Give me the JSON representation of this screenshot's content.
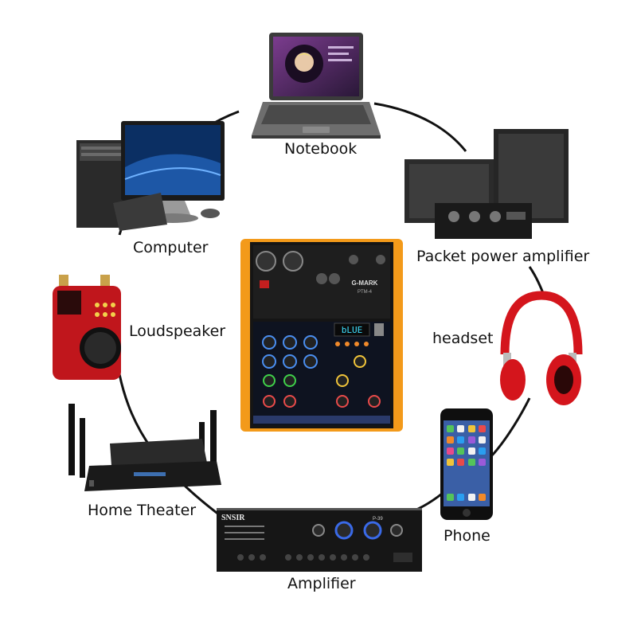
{
  "devices": {
    "notebook": {
      "label": "Notebook"
    },
    "computer": {
      "label": "Computer"
    },
    "power_amp": {
      "label": "Packet power amplifier"
    },
    "loudspeaker": {
      "label": "Loudspeaker"
    },
    "headset": {
      "label": "headset"
    },
    "home_theater": {
      "label": "Home Theater"
    },
    "phone": {
      "label": "Phone"
    },
    "amplifier": {
      "label": "Amplifier",
      "brand": "SNSIR",
      "model": "P-39"
    }
  },
  "mixer": {
    "brand": "G-MARK",
    "model": "PTM-4",
    "display": "bLUE"
  },
  "colors": {
    "mixer_frame": "#f39a1a",
    "headset": "#d4151c",
    "loudspeaker": "#c0161c",
    "line": "#111111"
  }
}
